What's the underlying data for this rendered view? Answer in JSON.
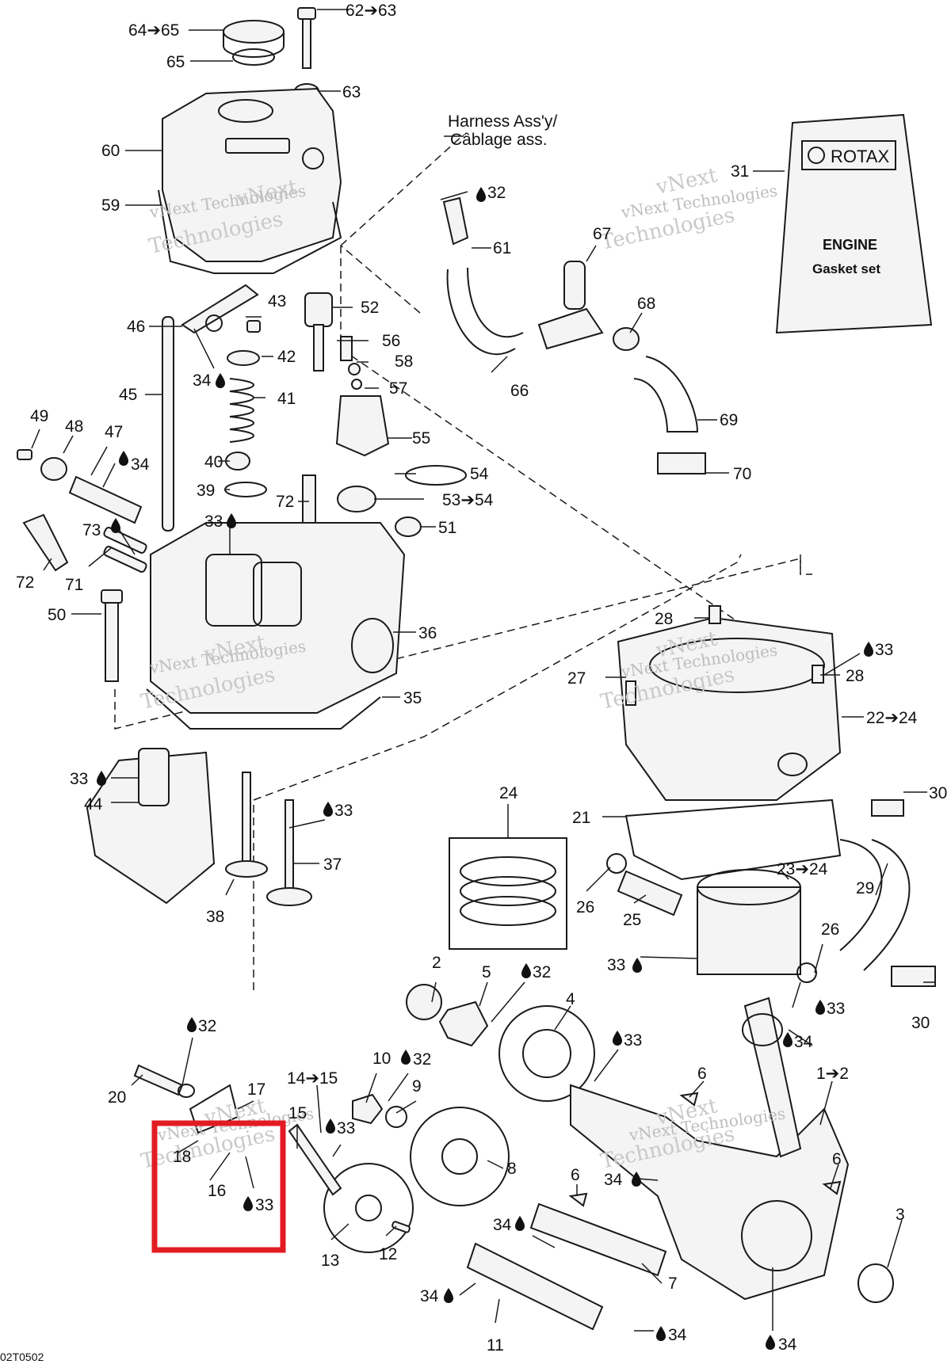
{
  "harness_note": {
    "line1": "Harness Ass'y/",
    "line2": "Câblage ass."
  },
  "gasket_card": {
    "brand": "ROTAX",
    "line1": "ENGINE",
    "line2": "Gasket set"
  },
  "watermark": {
    "line1": "vNext",
    "line2": "Technologies",
    "line3": "vNext Technologies"
  },
  "ref_code": "02T0502",
  "highlight_color": "#e31b23",
  "drop_icon": "oil-drop-icon",
  "callouts": {
    "c64_65": "64➔65",
    "c65": "65",
    "c62_63": "62➔63",
    "c63": "63",
    "c60": "60",
    "c59": "59",
    "c32a": "32",
    "c61": "61",
    "c31": "31",
    "c67": "67",
    "c68": "68",
    "c66": "66",
    "c69": "69",
    "c70": "70",
    "c46": "46",
    "c43": "43",
    "c52": "52",
    "c42": "42",
    "c56": "56",
    "c58": "58",
    "c34a": "34",
    "c57": "57",
    "c45": "45",
    "c41": "41",
    "c49": "49",
    "c48": "48",
    "c47": "47",
    "c34b": "34",
    "c55": "55",
    "c40": "40",
    "c54": "54",
    "c39": "39",
    "c72a": "72",
    "c53_54": "53➔54",
    "c73": "73",
    "c33a": "33",
    "c51": "51",
    "c72b": "72",
    "c71": "71",
    "c50": "50",
    "c36": "36",
    "c28a": "28",
    "c33b": "33",
    "c27": "27",
    "c28b": "28",
    "c35": "35",
    "c22_24": "22➔24",
    "c33c": "33",
    "c44": "44",
    "c33d": "33",
    "c24": "24",
    "c30a": "30",
    "c21": "21",
    "c37": "37",
    "c23_24": "23➔24",
    "c38": "38",
    "c26a": "26",
    "c29": "29",
    "c25": "25",
    "c26b": "26",
    "c33e": "33",
    "c33f": "33",
    "c2a": "2",
    "c5": "5",
    "c32b": "32",
    "c4": "4",
    "c30b": "30",
    "c32c": "32",
    "c34c": "34",
    "c33g": "33",
    "c20": "20",
    "c10": "10",
    "c32d": "32",
    "c17": "17",
    "c14_15": "14➔15",
    "c9": "9",
    "c6a": "6",
    "c1_2": "1➔2",
    "c15": "15",
    "c33h": "33",
    "c18": "18",
    "c8": "8",
    "c16": "16",
    "c6b": "6",
    "c34d": "34",
    "c6c": "6",
    "c33i": "33",
    "c34e": "34",
    "c3": "3",
    "c13": "13",
    "c12": "12",
    "c7": "7",
    "c34f": "34",
    "c34g": "34",
    "c11": "11",
    "c34h": "34"
  }
}
